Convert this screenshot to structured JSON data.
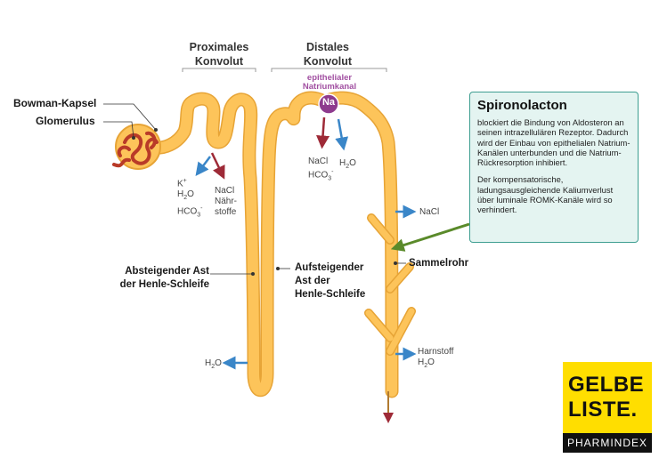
{
  "headers": {
    "proximal": [
      "Proximales",
      "Konvolut"
    ],
    "distal": [
      "Distales",
      "Konvolut"
    ]
  },
  "labels": {
    "bowman": "Bowman-Kapsel",
    "glomerulus": "Glomerulus",
    "descending": [
      "Absteigender Ast",
      "der Henle-Schleife"
    ],
    "ascending": [
      "Aufsteigender",
      "Ast der",
      "Henle-Schleife"
    ],
    "collecting": "Sammelrohr",
    "channel": [
      "epithelialer",
      "Natriumkanal"
    ],
    "channel_symbol": "Na"
  },
  "ions": {
    "proximal_out": [
      "K",
      "+",
      "H",
      "2",
      "O",
      "HCO",
      "3",
      "-"
    ],
    "proximal_nacl": [
      "NaCl",
      "Nähr-",
      "stoffe"
    ],
    "distal_nacl": [
      "NaCl",
      "HCO",
      "3",
      "-"
    ],
    "distal_h2o": [
      "H",
      "2",
      "O"
    ],
    "loop_h2o": [
      "H",
      "2",
      "O"
    ],
    "collecting_nacl": "NaCl",
    "collecting_bottom": [
      "Harnstoff",
      "H",
      "2",
      "O"
    ]
  },
  "info": {
    "title": "Spironolacton",
    "p1": "blockiert die Bindung von Aldosteron an seinen intrazellulären Rezeptor. Dadurch wird der Einbau von epithelialen Natrium-Kanälen unterbunden und die Natrium-Rückresorption inhibiert.",
    "p2": "Der kompensatorische, ladungsausgleichende Kaliumverlust über luminale ROMK-Kanäle wird so verhindert."
  },
  "logo": {
    "line1": "GELBE",
    "line2": "LISTE.",
    "line3": "PHARMINDEX"
  },
  "colors": {
    "tubule": "#fdc45a",
    "tubule_edge": "#e7a436",
    "glomerulus": "#b93b28",
    "arrow_blue": "#3a86c8",
    "arrow_red": "#9e2a37",
    "pointer_green": "#5a8a2a",
    "channel": "#8e3b8e",
    "info_bg": "#e4f4f1",
    "info_border": "#3e9e91",
    "logo_yellow": "#ffde00"
  }
}
